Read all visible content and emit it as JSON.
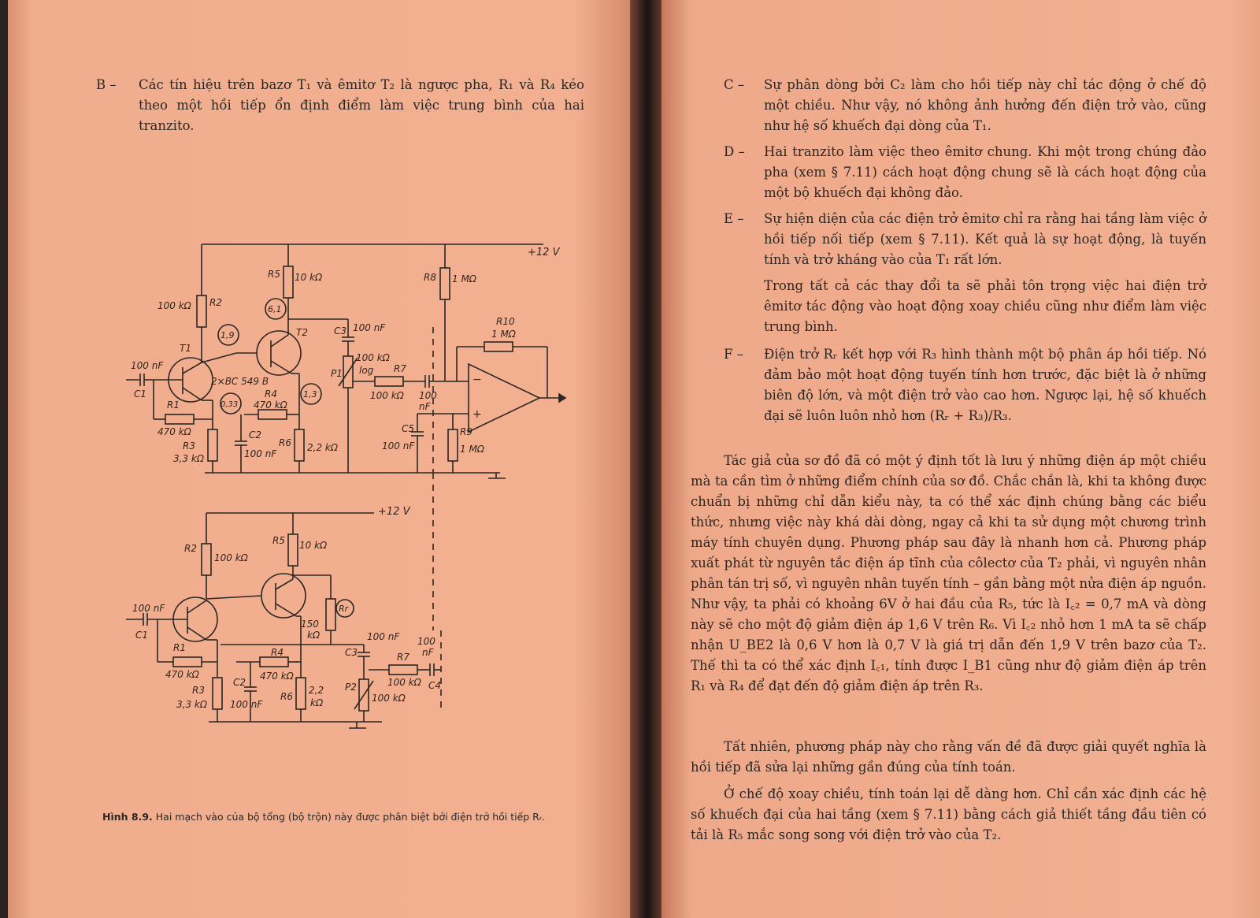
{
  "left_page": {
    "item_b": {
      "label": "B –",
      "text": "Các tín hiệu trên bazơ T₁ và êmitơ T₂ là ngược pha, R₁ và R₄ kéo theo một hồi tiếp ổn định điểm làm việc trung bình của hai tranzito."
    },
    "circuit_top": {
      "supply": "+12 V",
      "R5_name": "R5",
      "R5_value": "10 kΩ",
      "R2_name": "R2",
      "R2_value": "100 kΩ",
      "T1": "T1",
      "T2": "T2",
      "transistor_type": "2×BC 549 B",
      "v_61": "6,1",
      "v_19": "1,9",
      "v_13": "1,3",
      "v_033": "0,33",
      "C1_name": "C1",
      "C1_value": "100 nF",
      "R1_name": "R1",
      "R1_value": "470 kΩ",
      "R3_name": "R3",
      "R3_value": "3,3 kΩ",
      "R4_name": "R4",
      "R4_value": "470 kΩ",
      "C2_name": "C2",
      "C2_value": "100 nF",
      "R6_name": "R6",
      "R6_value": "2,2 kΩ",
      "C3_name": "C3",
      "C3_value": "100 nF",
      "P1_name": "P1",
      "P1_value": "100 kΩ",
      "P1_taper": "log",
      "R7_name": "R7",
      "R7_value": "100 kΩ",
      "C4_value_a": "100",
      "C4_value_b": "nF",
      "R8_name": "R8",
      "R8_value": "1 MΩ",
      "R10_name": "R10",
      "R10_value": "1 MΩ",
      "R9_name": "R9",
      "R9_value": "1 MΩ",
      "C5_name": "C5",
      "C5_value": "100 nF",
      "opamp_minus": "−",
      "opamp_plus": "+"
    },
    "circuit_bottom": {
      "supply": "+12 V",
      "R2_name": "R2",
      "R2_value": "100 kΩ",
      "R5_name": "R5",
      "R5_value": "10 kΩ",
      "Rr_name": "Rr",
      "R_150_a": "150",
      "R_150_b": "kΩ",
      "C1_name": "C1",
      "C1_value": "100 nF",
      "R1_name": "R1",
      "R1_value": "470 kΩ",
      "R3_name": "R3",
      "R3_value": "3,3 kΩ",
      "C2_name": "C2",
      "C2_value": "100 nF",
      "R4_name": "R4",
      "R4_value": "470 kΩ",
      "R6_name": "R6",
      "R6_value_a": "2,2",
      "R6_value_b": "kΩ",
      "C3_name": "C3",
      "C3_value": "100 nF",
      "R7_name": "R7",
      "R7_value": "100 kΩ",
      "P2_name": "P2",
      "P2_value": "100 kΩ",
      "C4_name": "C4",
      "C4_value_a": "100",
      "C4_value_b": "nF"
    },
    "caption": {
      "label": "Hình 8.9.",
      "text": "Hai mạch vào của bộ tổng (bộ trộn) này được phân biệt bởi điện trở hồi tiếp Rᵣ."
    }
  },
  "right_page": {
    "item_c": {
      "label": "C –",
      "text": "Sự phân dòng bởi C₂ làm cho hồi tiếp này chỉ tác động ở chế độ một chiều. Như vậy, nó không ảnh hưởng đến điện trở vào, cũng như hệ số khuếch đại dòng của T₁."
    },
    "item_d": {
      "label": "D –",
      "text": "Hai tranzito làm việc theo êmitơ chung. Khi một trong chúng đảo pha (xem § 7.11) cách hoạt động chung sẽ là cách hoạt động của một bộ khuếch đại không đảo."
    },
    "item_e": {
      "label": "E –",
      "text": "Sự hiện diện của các điện trở êmitơ chỉ ra rằng hai tầng làm việc ở hồi tiếp nối tiếp (xem § 7.11). Kết quả là sự hoạt động, là tuyến tính và trở kháng vào của T₁ rất lớn."
    },
    "item_e_cont": "Trong tất cả các thay đổi ta sẽ phải tôn trọng việc hai điện trở êmitơ tác động vào hoạt động xoay chiều cũng như điểm làm việc trung bình.",
    "item_f": {
      "label": "F –",
      "text": "Điện trở Rᵣ kết hợp với R₃ hình thành một bộ phân áp hồi tiếp. Nó đảm bảo một hoạt động tuyến tính hơn trước, đặc biệt là ở những biên độ lớn, và một điện trở vào cao hơn. Ngược lại, hệ số khuếch đại sẽ luôn luôn nhỏ hơn (Rᵣ + R₃)/R₃."
    },
    "para1": "Tác giả của sơ đồ đã có một ý định tốt là lưu ý những điện áp một chiều mà ta cần tìm ở những điểm chính của sơ đồ. Chắc chắn là, khi ta không được chuẩn bị những chỉ dẫn kiểu này, ta có thể xác định chúng bằng các biểu thức, nhưng việc này khá dài dòng, ngay cả khi ta sử dụng một chương trình máy tính chuyên dụng. Phương pháp sau đây là nhanh hơn cả. Phương pháp xuất phát từ nguyên tắc điện áp tĩnh của côlectơ của T₂ phải, vì nguyên nhân phân tán trị số, vì nguyên nhân tuyến tính – gần bằng một nửa điện áp nguồn. Như vậy, ta phải có khoảng 6V ở hai đầu của R₅, tức là I꜀₂ = 0,7 mA và dòng này sẽ cho một độ giảm điện áp 1,6 V trên R₆. Vì I꜀₂ nhỏ hơn 1 mA ta sẽ chấp nhận U_BE2 là 0,6 V hơn là 0,7 V là giá trị dẫn đến 1,9 V trên bazơ của T₂. Thế thì ta có thể xác định I꜀₁, tính được I_B1 cũng như độ giảm điện áp trên R₁ và R₄ để đạt đến độ giảm điện áp trên R₃.",
    "para2": "Tất nhiên, phương pháp này cho rằng vấn đề đã được giải quyết nghĩa là hồi tiếp đã sửa lại những gần đúng của tính toán.",
    "para3": "Ở chế độ xoay chiều, tính toán lại dễ dàng hơn. Chỉ cần xác định các hệ số khuếch đại của hai tầng (xem § 7.11) bằng cách giả thiết tầng đầu tiên có tải là R₅ mắc song song với điện trở vào của T₂."
  }
}
